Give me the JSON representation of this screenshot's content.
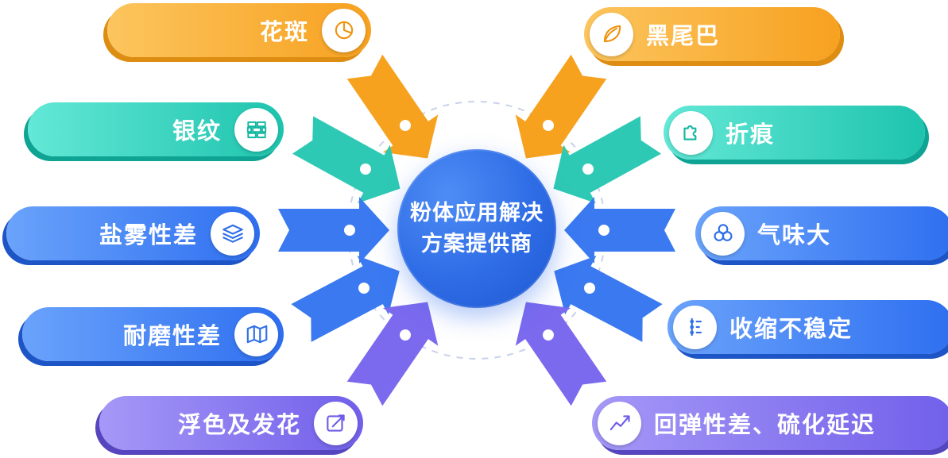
{
  "center": {
    "title_line1": "粉体应用解决",
    "title_line2": "方案提供商"
  },
  "pills": [
    {
      "label": "花斑",
      "icon": "pie-chart-icon",
      "color": "orange",
      "side": "left"
    },
    {
      "label": "黑尾巴",
      "icon": "leaf-icon",
      "color": "orange",
      "side": "right"
    },
    {
      "label": "银纹",
      "icon": "bricks-icon",
      "color": "teal",
      "side": "left"
    },
    {
      "label": "折痕",
      "icon": "puzzle-icon",
      "color": "teal",
      "side": "right"
    },
    {
      "label": "盐雾性差",
      "icon": "layers-icon",
      "color": "blue",
      "side": "left"
    },
    {
      "label": "气味大",
      "icon": "circles-icon",
      "color": "blue",
      "side": "right"
    },
    {
      "label": "耐磨性差",
      "icon": "map-icon",
      "color": "blue",
      "side": "left"
    },
    {
      "label": "收缩不稳定",
      "icon": "tune-icon",
      "color": "blue",
      "side": "right"
    },
    {
      "label": "浮色及发花",
      "icon": "edit-icon",
      "color": "purple",
      "side": "left"
    },
    {
      "label": "回弹性差、硫化延迟",
      "icon": "trend-up-icon",
      "color": "purple",
      "side": "right"
    }
  ],
  "colors": {
    "orange": "#f7a21f",
    "teal": "#2ec9b4",
    "blue": "#3a79f0",
    "purple": "#7b6aee",
    "center_blue": "#2e6ce6",
    "dot_white": "#ffffff",
    "dashed_ring": "#c9d2ea"
  }
}
